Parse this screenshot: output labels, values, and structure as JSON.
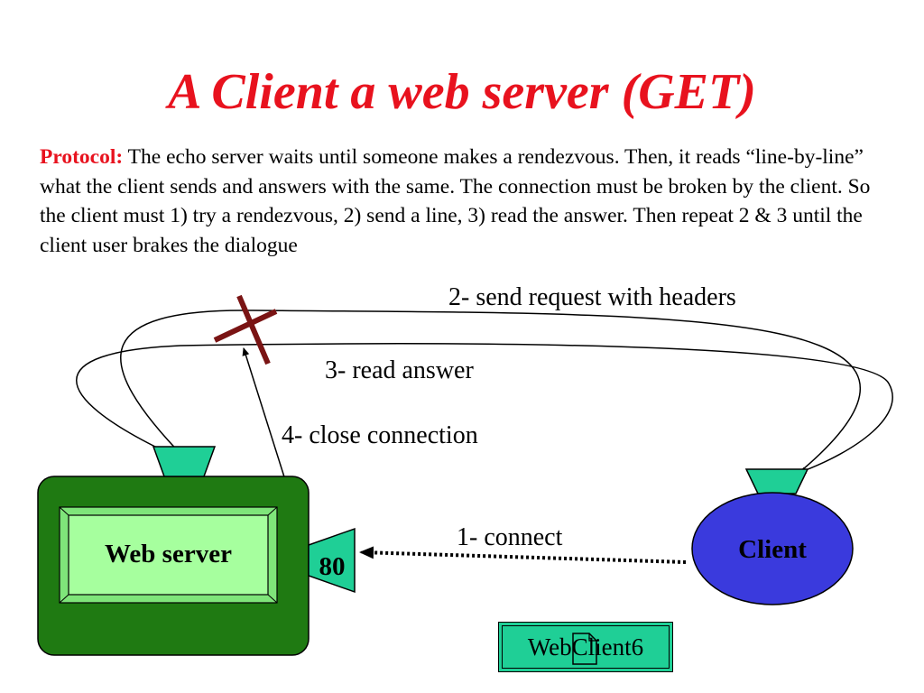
{
  "title": "A Client a web server (GET)",
  "protocol": {
    "label": "Protocol:",
    "text": " The echo server waits until someone makes a rendezvous. Then, it reads “line-by-line” what the client sends and answers with the same. The connection must be broken by the client. So the client must 1) try a rendezvous, 2) send a line, 3) read the answer. Then repeat 2 & 3 until the client user brakes the dialogue"
  },
  "steps": {
    "send_request": "2- send request with headers",
    "read_answer": "3- read answer",
    "close_connection": "4- close connection",
    "connect": "1- connect"
  },
  "nodes": {
    "web_server": "Web server",
    "port": "80",
    "client": "Client"
  },
  "link": {
    "label": "WebClient6"
  },
  "colors": {
    "title": "#e8121e",
    "server_outer": "#1f7a12",
    "server_inner": "#a6ff9e",
    "teal": "#1fcf96",
    "client": "#3a3add",
    "cross": "#7a1414"
  }
}
